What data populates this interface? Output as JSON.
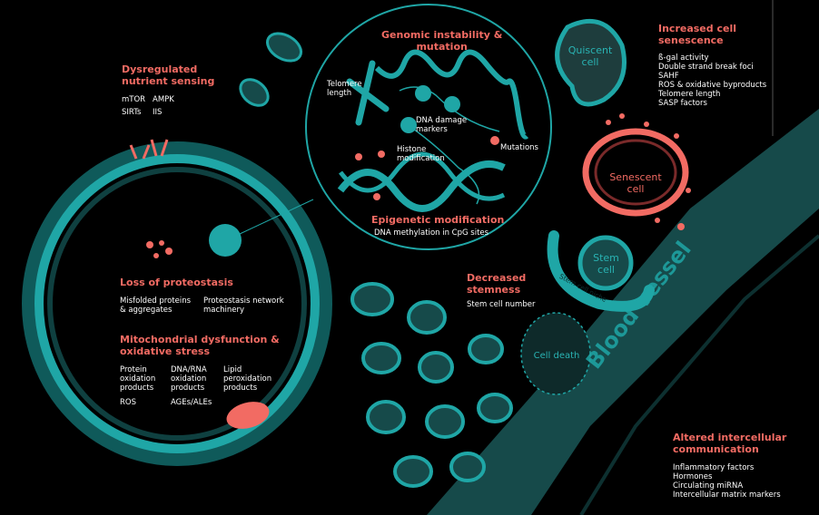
{
  "colors": {
    "teal": "#1fa6a6",
    "dark_teal": "#164a4a",
    "coral": "#f26b63",
    "background": "#000000"
  },
  "nutrient": {
    "title": "Dysregulated\nnutrient sensing",
    "items": [
      "mTOR",
      "AMPK",
      "SIRTs",
      "IIS"
    ]
  },
  "genomic": {
    "title": "Genomic instability &\nmutation",
    "telomere": "Telomere\nlength",
    "dna_damage": "DNA damage\nmarkers",
    "histone": "Histone\nmodification",
    "mutations": "Mutations"
  },
  "epigenetic": {
    "title": "Epigenetic modification",
    "subtitle": "DNA methylation in CpG sites"
  },
  "senescence": {
    "title": "Increased cell\nsenescence",
    "items": [
      "ß-gal activity",
      "Double strand break foci",
      "SAHF",
      "ROS & oxidative byproducts",
      "Telomere length",
      "SASP factors"
    ]
  },
  "cells": {
    "quiescent": "Quiscent\ncell",
    "senescent": "Senescent\ncell",
    "stem": "Stem\ncell",
    "niche": "Stem cell niche",
    "death": "Cell death"
  },
  "proteostasis": {
    "title": "Loss of proteostasis",
    "items": [
      "Misfolded proteins\n& aggregates",
      "Proteostasis network\nmachinery"
    ]
  },
  "mito": {
    "title": "Mitochondrial dysfunction &\noxidative stress",
    "items": [
      "Protein\noxidation\nproducts",
      "DNA/RNA\noxidation\nproducts",
      "Lipid\nperoxidation\nproducts",
      "ROS",
      "AGEs/ALEs"
    ]
  },
  "stemness": {
    "title": "Decreased\nstemness",
    "subtitle": "Stem cell number"
  },
  "vessel": {
    "label": "Blood vessel"
  },
  "communication": {
    "title": "Altered intercellular\ncommunication",
    "items": [
      "Inflammatory factors",
      "Hormones",
      "Circulating miRNA",
      "Intercellular matrix markers"
    ]
  }
}
